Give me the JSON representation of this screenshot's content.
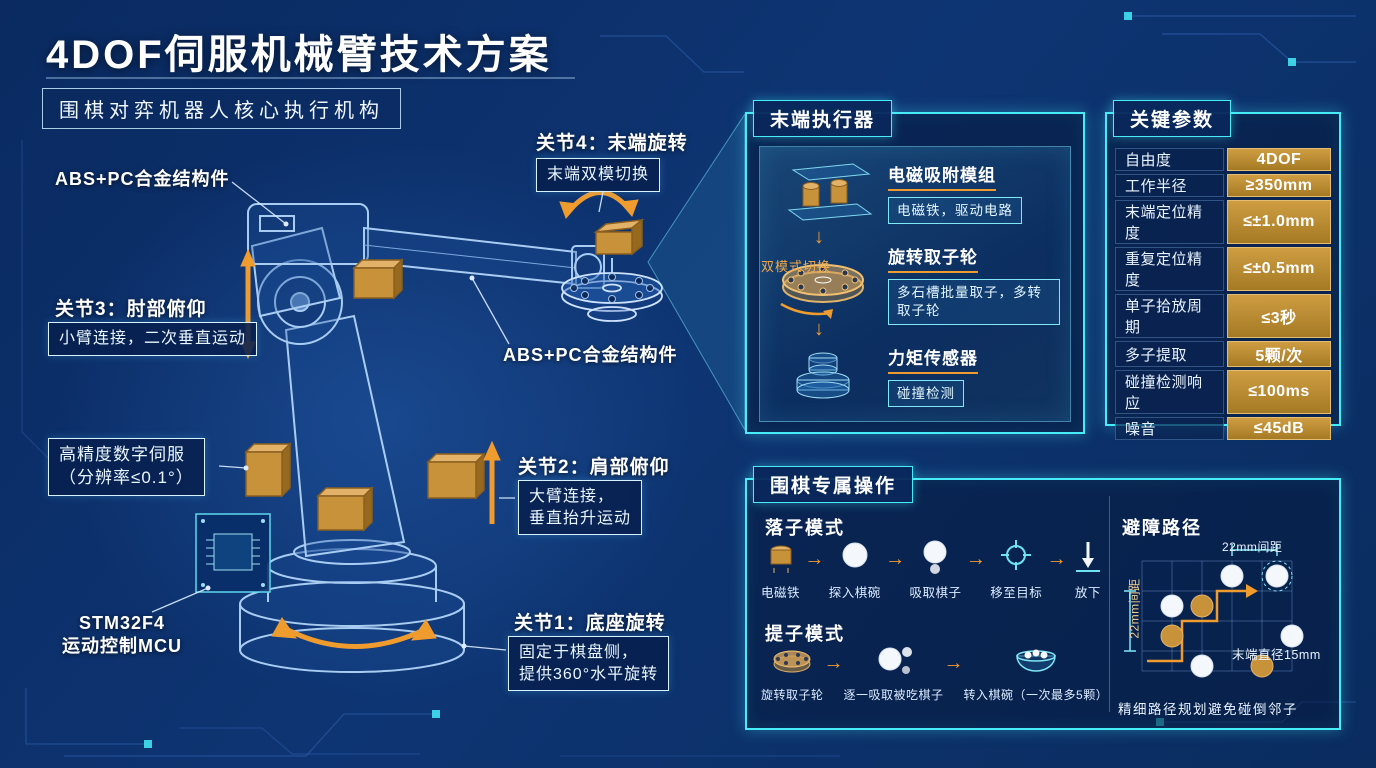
{
  "colors": {
    "accent_cyan": "#46ecf8",
    "gold": "#c8923a",
    "orange_arrow": "#ef9b2e",
    "background_navy": "#0c2d66"
  },
  "header": {
    "title": "4DOF伺服机械臂技术方案",
    "subtitle": "围棋对弈机器人核心执行机构"
  },
  "arm_callouts": {
    "joint4": {
      "title": "关节4：末端旋转",
      "box": "末端双模切换"
    },
    "abs_top": "ABS+PC合金结构件",
    "joint3": {
      "title": "关节3：肘部俯仰",
      "box": "小臂连接，二次垂直运动"
    },
    "abs_mid": "ABS+PC合金结构件",
    "servo": {
      "line1": "高精度数字伺服",
      "line2": "（分辨率≤0.1°）"
    },
    "joint2": {
      "title": "关节2：肩部俯仰",
      "box1": "大臂连接，",
      "box2": "垂直抬升运动"
    },
    "mcu": {
      "line1": "STM32F4",
      "line2": "运动控制MCU"
    },
    "joint1": {
      "title": "关节1：底座旋转",
      "box1": "固定于棋盘侧，",
      "box2": "提供360°水平旋转"
    }
  },
  "end_effector": {
    "title": "末端执行器",
    "mode_label": "双模式切换",
    "items": [
      {
        "name": "电磁吸附模组",
        "desc": "电磁铁，驱动电路"
      },
      {
        "name": "旋转取子轮",
        "desc": "多石槽批量取子，多转取子轮"
      },
      {
        "name": "力矩传感器",
        "desc": "碰撞检测"
      }
    ]
  },
  "parameters": {
    "title": "关键参数",
    "rows": [
      {
        "label": "自由度",
        "value": "4DOF"
      },
      {
        "label": "工作半径",
        "value": "≥350mm"
      },
      {
        "label": "末端定位精度",
        "value": "≤±1.0mm"
      },
      {
        "label": "重复定位精度",
        "value": "≤±0.5mm"
      },
      {
        "label": "单子拾放周期",
        "value": "≤3秒"
      },
      {
        "label": "多子提取",
        "value": "5颗/次"
      },
      {
        "label": "碰撞检测响应",
        "value": "≤100ms"
      },
      {
        "label": "噪音",
        "value": "≤45dB"
      }
    ]
  },
  "go_operations": {
    "title": "围棋专属操作",
    "place_mode": {
      "title": "落子模式",
      "steps": [
        "电磁铁",
        "探入棋碗",
        "吸取棋子",
        "移至目标",
        "放下"
      ]
    },
    "capture_mode": {
      "title": "提子模式",
      "steps": [
        "旋转取子轮",
        "逐一吸取被吃棋子",
        "转入棋碗（一次最多5颗）"
      ]
    },
    "avoidance": {
      "title": "避障路径",
      "dim_top": "22mm间距",
      "dim_left": "22mm间距",
      "tip_diameter": "末端直径15mm",
      "note": "精细路径规划避免碰倒邻子"
    }
  },
  "ui": {
    "arrow_right": "→",
    "arrow_down": "↓"
  }
}
